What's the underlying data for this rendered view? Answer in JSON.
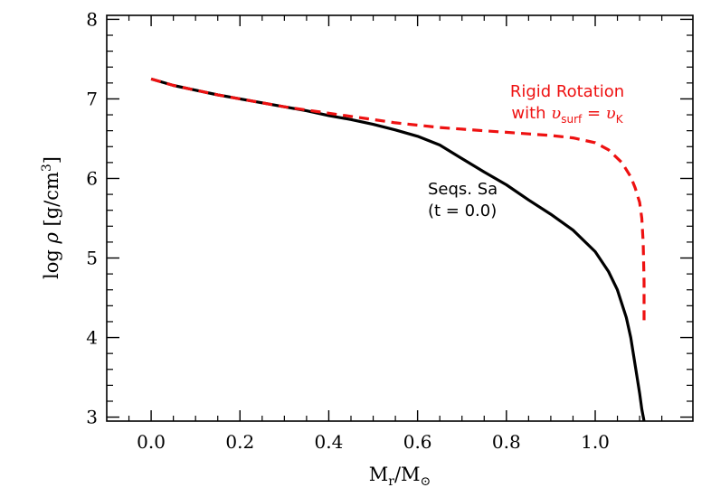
{
  "chart_data": {
    "type": "line",
    "xlim": [
      -0.1,
      1.22
    ],
    "ylim": [
      2.95,
      8.05
    ],
    "xticks": [
      "0.0",
      "0.2",
      "0.4",
      "0.6",
      "0.8",
      "1.0"
    ],
    "yticks": [
      "3",
      "4",
      "5",
      "6",
      "7",
      "8"
    ],
    "xlabel": {
      "main": "M",
      "sub1": "r",
      "mid": "/M",
      "sub2": "⊙"
    },
    "ylabel": {
      "prefix": "log ",
      "rho": "ρ",
      "units": " [g/cm",
      "exp": "3",
      "close": "]"
    },
    "grid": false,
    "series": [
      {
        "color": "#000000",
        "style": "solid",
        "x": [
          0.0,
          0.05,
          0.1,
          0.15,
          0.2,
          0.25,
          0.3,
          0.35,
          0.4,
          0.45,
          0.5,
          0.55,
          0.6,
          0.65,
          0.7,
          0.75,
          0.8,
          0.85,
          0.9,
          0.95,
          1.0,
          1.03,
          1.05,
          1.07,
          1.08,
          1.09,
          1.1,
          1.105,
          1.11
        ],
        "y": [
          7.25,
          7.17,
          7.11,
          7.05,
          7.0,
          6.95,
          6.9,
          6.85,
          6.79,
          6.74,
          6.68,
          6.61,
          6.53,
          6.42,
          6.25,
          6.08,
          5.92,
          5.73,
          5.55,
          5.35,
          5.08,
          4.83,
          4.6,
          4.25,
          4.0,
          3.65,
          3.3,
          3.1,
          2.95
        ]
      },
      {
        "color": "#ee1111",
        "style": "dashed",
        "x": [
          0.0,
          0.05,
          0.1,
          0.15,
          0.2,
          0.25,
          0.3,
          0.35,
          0.4,
          0.45,
          0.5,
          0.55,
          0.6,
          0.65,
          0.7,
          0.75,
          0.8,
          0.85,
          0.9,
          0.95,
          1.0,
          1.03,
          1.06,
          1.08,
          1.09,
          1.1,
          1.105,
          1.108,
          1.11,
          1.11
        ],
        "y": [
          7.25,
          7.17,
          7.11,
          7.05,
          7.0,
          6.95,
          6.9,
          6.86,
          6.82,
          6.78,
          6.74,
          6.7,
          6.67,
          6.64,
          6.62,
          6.6,
          6.58,
          6.56,
          6.54,
          6.51,
          6.45,
          6.36,
          6.2,
          6.02,
          5.88,
          5.7,
          5.5,
          5.2,
          4.7,
          4.2
        ]
      }
    ],
    "annotations": [
      {
        "id": "red-1",
        "text": "Rigid Rotation",
        "color": "#ee1111"
      },
      {
        "id": "red-2",
        "color": "#ee1111",
        "parts": [
          "with ",
          "υ",
          "surf",
          " = ",
          "υ",
          "K"
        ]
      },
      {
        "id": "black-1",
        "text": "Seqs. Sa",
        "color": "#000000"
      },
      {
        "id": "black-2",
        "text": "(t = 0.0)",
        "color": "#000000"
      }
    ]
  }
}
